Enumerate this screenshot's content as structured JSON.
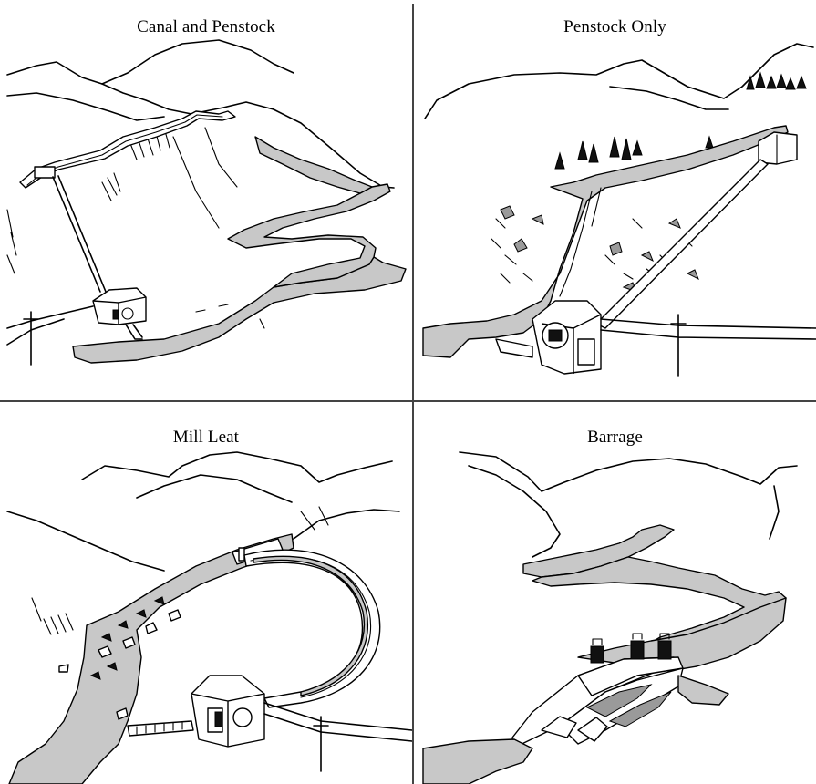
{
  "panels": {
    "top_left": {
      "caption": "Canal and Penstock"
    },
    "top_right": {
      "caption": "Penstock Only"
    },
    "bottom_left": {
      "caption": "Mill Leat"
    },
    "bottom_right": {
      "caption": "Barrage"
    }
  },
  "colors": {
    "water": "#c8c8c8",
    "line": "#000000",
    "divider": "#444444",
    "background": "#ffffff"
  }
}
